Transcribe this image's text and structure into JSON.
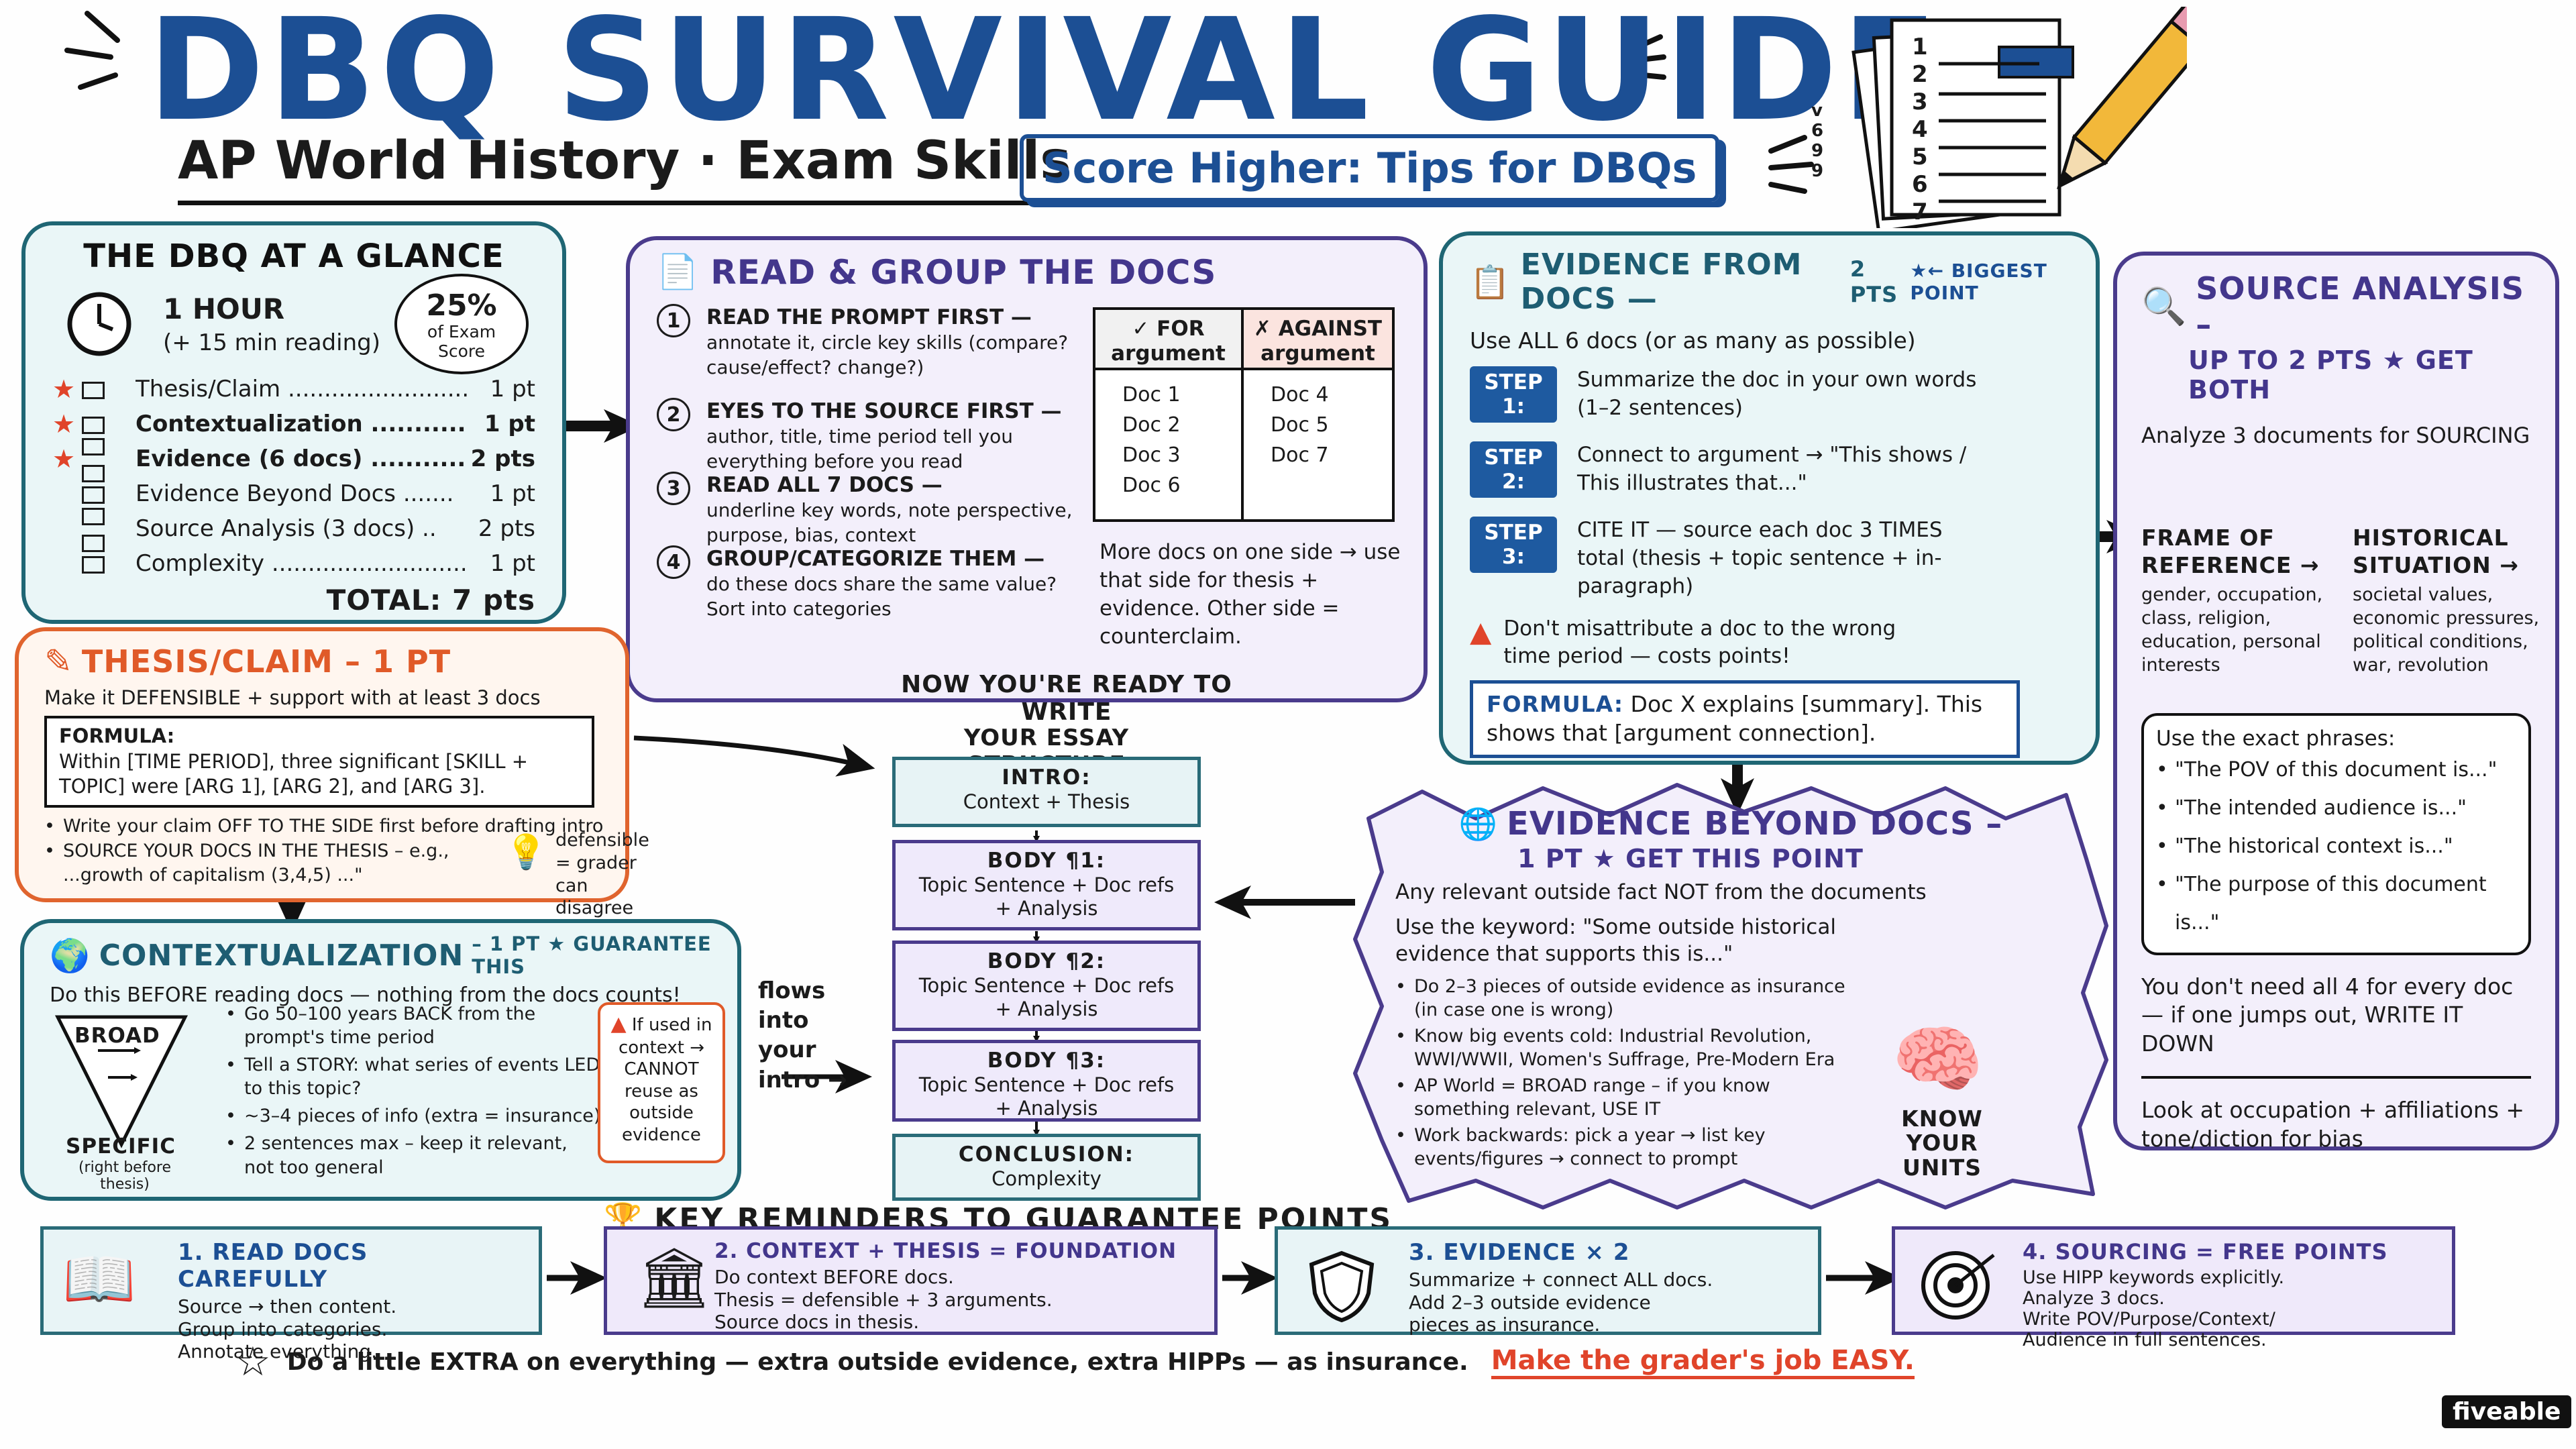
{
  "title": "DBQ SURVIVAL GUIDE",
  "subtitle": "AP World History · Exam Skills",
  "tagline": "Score Higher: Tips for DBQs",
  "paper_numbers": [
    "1",
    "2",
    "3",
    "4",
    "5",
    "6",
    "7"
  ],
  "paper_side_marks": "v\n6\n9\n9",
  "glance": {
    "title": "THE DBQ AT A GLANCE",
    "time": "1 HOUR",
    "time_note": "(+ 15 min reading)",
    "badge_pct": "25%",
    "badge_text": "of Exam\nScore",
    "rows": [
      {
        "label": "Thesis/Claim ............................",
        "pts": "1 pt",
        "star": true,
        "boxes": 1,
        "bold": false
      },
      {
        "label": "Contextualization ..............",
        "pts": "1 pt",
        "star": true,
        "boxes": 1,
        "bold": true
      },
      {
        "label": "Evidence (6 docs) ...........",
        "pts": "2 pts",
        "star": true,
        "boxes": 2,
        "bold": true
      },
      {
        "label": "Evidence Beyond Docs .......",
        "pts": "1 pt",
        "star": false,
        "boxes": 1,
        "bold": false
      },
      {
        "label": "Source Analysis (3 docs) ..",
        "pts": "2 pts",
        "star": false,
        "boxes": 2,
        "bold": false
      },
      {
        "label": "Complexity ............................",
        "pts": "1 pt",
        "star": false,
        "boxes": 1,
        "bold": false
      }
    ],
    "total": "TOTAL: 7 pts"
  },
  "read": {
    "title": "READ & GROUP THE DOCS",
    "steps": [
      {
        "n": "1",
        "head": "READ THE PROMPT FIRST —",
        "body": "annotate it, circle key skills (compare? cause/effect? change?)"
      },
      {
        "n": "2",
        "head": "EYES TO THE SOURCE FIRST —",
        "body": "author, title, time period tell you everything before you read"
      },
      {
        "n": "3",
        "head": "READ ALL 7 DOCS —",
        "body": "underline key words, note perspective, purpose, bias, context"
      },
      {
        "n": "4",
        "head": "GROUP/CATEGORIZE THEM —",
        "body": "do these docs share the same value? Sort into categories"
      }
    ],
    "table": {
      "for_head": "✓ FOR argument",
      "against_head": "✗ AGAINST argument",
      "for_docs": [
        "Doc 1",
        "Doc 2",
        "Doc 3",
        "Doc 6"
      ],
      "against_docs": [
        "Doc 4",
        "Doc 5",
        "Doc 7"
      ]
    },
    "table_note": "More docs on one side → use that side for thesis + evidence. Other side = counterclaim.",
    "ready": "NOW YOU'RE READY TO WRITE"
  },
  "evidence": {
    "title": "EVIDENCE FROM DOCS —",
    "title_pts": "2 PTS",
    "title_tail": "★← BIGGEST POINT",
    "intro": "Use ALL 6 docs (or as many as possible)",
    "steps": [
      {
        "label": "STEP 1:",
        "text": "Summarize the doc in your own words (1–2 sentences)"
      },
      {
        "label": "STEP 2:",
        "text": "Connect to argument → \"This shows / This illustrates that...\""
      },
      {
        "label": "STEP 3:",
        "text": "CITE IT — source each doc 3 TIMES total (thesis + topic sentence + in-paragraph)"
      }
    ],
    "warning": "Don't misattribute a doc to the wrong time period — costs points!",
    "formula_label": "FORMULA:",
    "formula": "Doc X explains [summary]. This shows that [argument connection]."
  },
  "source": {
    "title": "SOURCE ANALYSIS –",
    "subtitle": "UP TO 2 PTS ★ GET BOTH",
    "intro": "Analyze 3 documents for SOURCING",
    "left_head": "FRAME OF REFERENCE →",
    "left_body": "gender, occupation, class, religion, education, personal interests",
    "right_head": "HISTORICAL SITUATION →",
    "right_body": "societal values, economic pressures, political conditions, war, revolution",
    "phrases_intro": "Use the exact phrases:",
    "phrases": [
      "\"The POV of this document is...\"",
      "\"The intended audience is...\"",
      "\"The historical context is...\"",
      "\"The purpose of this document is...\""
    ],
    "note1": "You don't need all 4 for every doc — if one jumps out, WRITE IT DOWN",
    "note2": "Look at occupation + affiliations + tone/diction for bias"
  },
  "thesis": {
    "title": "THESIS/CLAIM – 1 PT",
    "intro": "Make it DEFENSIBLE + support with at least 3 docs",
    "formula_label": "FORMULA:",
    "formula": "Within [TIME PERIOD], three significant [SKILL + TOPIC] were [ARG 1], [ARG 2], and [ARG 3].",
    "bullet1": "Write your claim OFF TO THE SIDE first before drafting intro",
    "bullet2": "SOURCE YOUR DOCS IN THE THESIS – e.g., ...growth of capitalism (3,4,5) ...\"",
    "defensible": "defensible = grader can disagree"
  },
  "context": {
    "title": "CONTEXTUALIZATION",
    "title_tail": "– 1 PT ★ GUARANTEE THIS",
    "intro": "Do this BEFORE reading docs — nothing from the docs counts!",
    "broad": "BROAD",
    "specific": "SPECIFIC",
    "specific_note": "(right before thesis)",
    "bullets": [
      "Go 50–100 years BACK from the prompt's time period",
      "Tell a STORY: what series of events LED to this topic?",
      "~3–4 pieces of info (extra = insurance)",
      "2 sentences max – keep it relevant, not too general"
    ],
    "warn": "If used in context → CANNOT reuse as outside evidence"
  },
  "essay": {
    "heading": "YOUR ESSAY STRUCTURE",
    "flows": "flows into your intro →",
    "blocks": [
      {
        "title": "INTRO:",
        "body": "Context + Thesis"
      },
      {
        "title": "BODY ¶1:",
        "body": "Topic Sentence + Doc refs + Analysis"
      },
      {
        "title": "BODY ¶2:",
        "body": "Topic Sentence + Doc refs + Analysis"
      },
      {
        "title": "BODY ¶3:",
        "body": "Topic Sentence + Doc refs + Analysis"
      },
      {
        "title": "CONCLUSION:",
        "body": "Complexity"
      }
    ]
  },
  "beyond": {
    "title": "EVIDENCE BEYOND DOCS –",
    "subtitle": "1 PT ★ GET THIS POINT",
    "intro": "Any relevant outside fact NOT from the documents",
    "keyword": "Use the keyword: \"Some outside historical evidence that supports this is...\"",
    "bullets": [
      "Do 2–3 pieces of outside evidence as insurance (in case one is wrong)",
      "Know big events cold: Industrial Revolution, WWI/WWII, Women's Suffrage, Pre-Modern Era",
      "AP World = BROAD range – if you know something relevant, USE IT",
      "Work backwards: pick a year → list key events/figures → connect to prompt"
    ],
    "brain": "KNOW YOUR UNITS"
  },
  "reminders": {
    "heading": "KEY REMINDERS TO GUARANTEE POINTS",
    "items": [
      {
        "title": "1. READ DOCS CAREFULLY",
        "body": "Source → then content.\nGroup into categories.\nAnnotate everything."
      },
      {
        "title": "2. CONTEXT + THESIS = FOUNDATION",
        "body": "Do context BEFORE docs.\nThesis = defensible + 3 arguments.\nSource docs in thesis."
      },
      {
        "title": "3. EVIDENCE × 2",
        "body": "Summarize + connect ALL docs.\nAdd 2–3 outside evidence\npieces as insurance."
      },
      {
        "title": "4. SOURCING = FREE POINTS",
        "body": "Use HIPP keywords explicitly.\nAnalyze 3 docs.\nWrite POV/Purpose/Context/\nAudience in full sentences."
      }
    ]
  },
  "footer": {
    "text": "Do a little EXTRA on everything — extra outside evidence, extra HIPPs — as insurance.",
    "emph": "Make the grader's job EASY."
  },
  "brand": "fiveable",
  "colors": {
    "teal": "#1f6674",
    "purple": "#4a3b8c",
    "orange": "#e0642e",
    "blue": "#1c4f94",
    "red": "#e0442a"
  }
}
